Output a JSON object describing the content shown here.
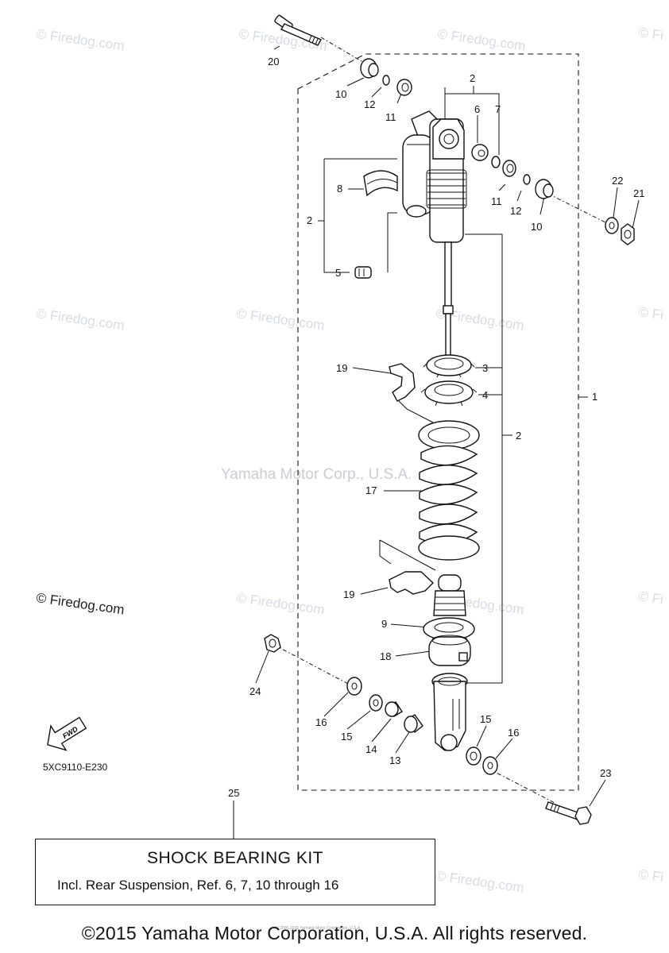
{
  "watermark": {
    "site": "© Firedog.com",
    "site_short": "© Fi",
    "company_mark": "Yamaha Motor Corp., U.S.A."
  },
  "callouts": [
    "20",
    "10",
    "12",
    "11",
    "2",
    "6",
    "7",
    "8",
    "2",
    "11",
    "12",
    "10",
    "22",
    "21",
    "5",
    "3",
    "4",
    "19",
    "1",
    "2",
    "17",
    "19",
    "9",
    "18",
    "24",
    "16",
    "15",
    "14",
    "13",
    "15",
    "16",
    "23",
    "25"
  ],
  "diagram_code": "5XC9110-E230",
  "fwd_label": "FWD",
  "kit": {
    "title": "SHOCK BEARING KIT",
    "description": "Incl. Rear Suspension, Ref. 6, 7, 10 through 16"
  },
  "copyright": "©2015 Yamaha Motor Corporation, U.S.A. All rights reserved.",
  "fine_print": "(c) 2000-2015 Yamaha Motor Corporation, U.S.A."
}
